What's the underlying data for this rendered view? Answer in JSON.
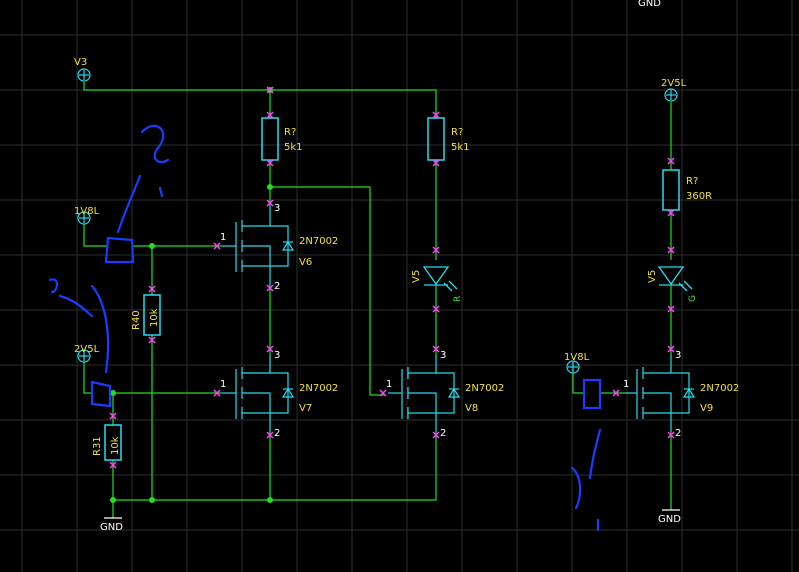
{
  "labels": {
    "gnd_top": "GND",
    "gnd1": "GND",
    "gnd2": "GND",
    "v3": "V3",
    "v1v8l_a": "1V8L",
    "v2v5l_a": "2V5L",
    "v2v5l_b": "2V5L",
    "v1v8l_b": "1V8L",
    "r_top1": "R?",
    "r_top1_val": "5k1",
    "r_top2": "R?",
    "r_top2_val": "5k1",
    "r_right": "R?",
    "r_right_val": "360R",
    "r40": "R40",
    "r40_val": "10k",
    "r31": "R31",
    "r31_val": "10k",
    "q_part": "2N7002",
    "v6": "V6",
    "v7": "V7",
    "v8": "V8",
    "v9": "V9",
    "v5a": "V5",
    "v5b": "V5",
    "led_r": "R",
    "led_g": "G",
    "pin1": "1",
    "pin2": "2",
    "pin3": "3"
  },
  "colors": {
    "wire": "#22dd22",
    "component": "#22ddee",
    "label": "#f0e040",
    "pin_marker": "#ff40ff",
    "annotation": "#1a3cff",
    "grid": "#303030"
  }
}
